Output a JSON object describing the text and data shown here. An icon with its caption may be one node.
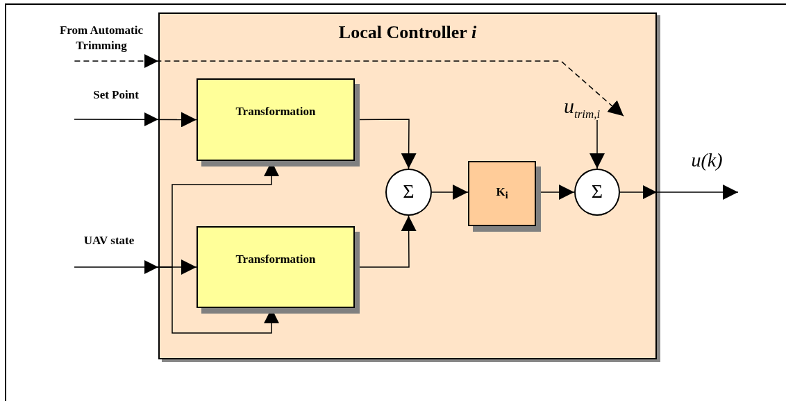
{
  "diagram": {
    "nodes": [
      {
        "text": [
          "Local Controller *i*"
        ]
      },
      {
        "text": [
          "From Automatic Trimming"
        ]
      },
      {
        "text": [
          "Set Point"
        ]
      },
      {
        "text": [
          "UAV state"
        ]
      },
      {
        "text": [
          "Transformation"
        ],
        "in": 0
      },
      {
        "text": [
          "Transformation"
        ],
        "in": 0
      },
      {
        "text": [
          "Σ"
        ],
        "in": 0
      },
      {
        "text": [
          "K$_{i}$"
        ],
        "in": 0
      },
      {
        "text": [
          "Σ"
        ],
        "in": 0
      },
      {
        "text": [
          "u$_{trim,i}$"
        ],
        "in": 0
      }
    ],
    "edges": [
      {
        "from": 1,
        "to": 9,
        "arrow": "to",
        "style": "dashed"
      },
      {
        "from": 2,
        "to": 4,
        "arrow": "to"
      },
      {
        "from": 3,
        "to": 5,
        "arrow": "to"
      },
      {
        "from": 3,
        "to": 4,
        "arrow": "to"
      },
      {
        "from": 3,
        "to": 5,
        "arrow": "to"
      },
      {
        "from": 4,
        "to": 6,
        "arrow": "to"
      },
      {
        "from": 5,
        "to": 6,
        "arrow": "to"
      },
      {
        "from": 6,
        "to": 7,
        "arrow": "to"
      },
      {
        "from": 7,
        "to": 8,
        "arrow": "to"
      },
      {
        "from": 9,
        "to": 8,
        "arrow": "to"
      },
      {
        "from": 8,
        "to": null,
        "arrow": "to",
        "label": "u(k)"
      }
    ]
  }
}
